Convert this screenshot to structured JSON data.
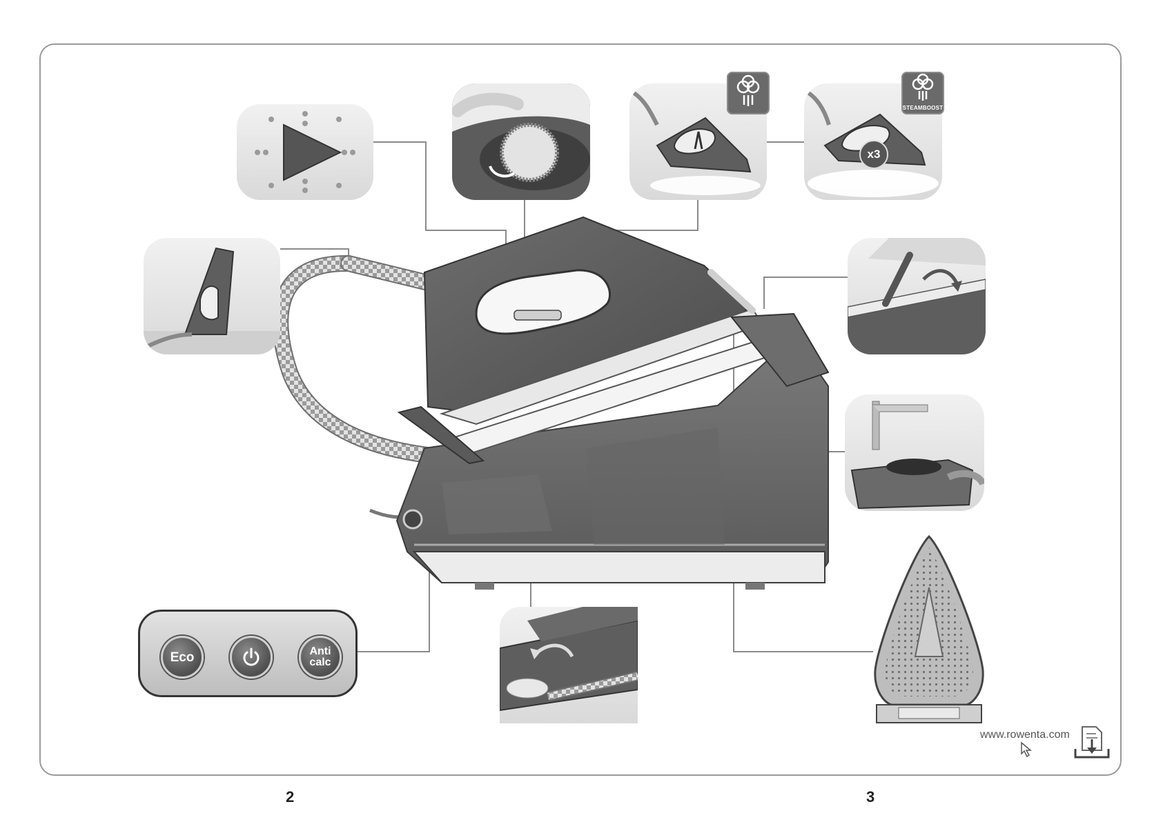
{
  "panel": {
    "eco_label": "Eco",
    "anti_calc_label": "Anti\ncalc",
    "power_icon": "power-icon"
  },
  "icons": {
    "steam_icon": "steam-cloud-icon",
    "steamboost_icon": "steamboost-cloud-icon",
    "steamboost_label": "STEAMBOOST",
    "x3_label": "x3"
  },
  "footer": {
    "url": "www.rowenta.com",
    "page_left": "2",
    "page_right": "3"
  },
  "colors": {
    "dark_grey": "#5e5e5e",
    "mid_grey": "#8a8a8a",
    "light_grey": "#d6d6d6",
    "frame": "#9a9a9a"
  }
}
